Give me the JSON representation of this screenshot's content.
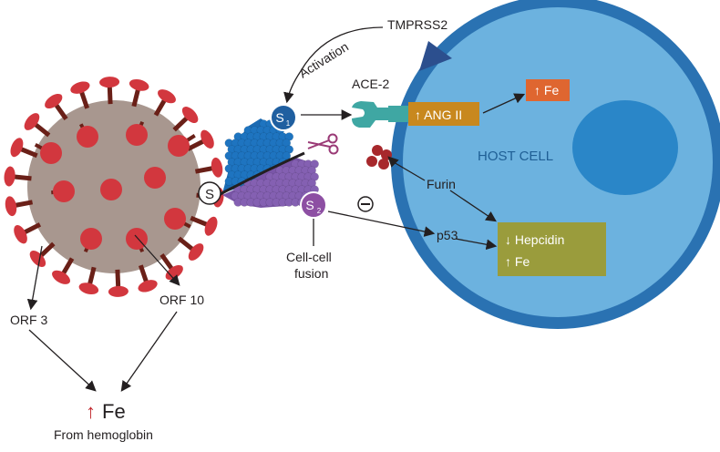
{
  "labels": {
    "tmprss2": "TMPRSS2",
    "activation": "Activation",
    "ace2": "ACE-2",
    "ang2": "↑ ANG II",
    "fe_orange": "↑ Fe",
    "host_cell": "HOST CELL",
    "furin": "Furin",
    "p53": "p53",
    "hepcidin": "↓ Hepcidin",
    "fe_green": "↑ Fe",
    "cell_fusion_1": "Cell-cell",
    "cell_fusion_2": "fusion",
    "inhibit": "⊖",
    "spike": "S",
    "s1_main": "S",
    "s1_sub": "1",
    "s2_main": "S",
    "s2_sub": "2",
    "orf3": "ORF 3",
    "orf10": "ORF 10",
    "fe_arrow": "↑",
    "fe_bottom": "Fe",
    "from_hemoglobin": "From hemoglobin"
  },
  "colors": {
    "virus_body": "#a8978f",
    "virus_spike": "#d2373e",
    "virus_stalk": "#6a2018",
    "cell_outer": "#2a72b2",
    "cell_inner": "#6cb2df",
    "nucleus": "#2a86c8",
    "host_text": "#1f5f95",
    "ace2": "#3fa7a3",
    "ang_box": "#c8881e",
    "fe_box": "#df6630",
    "hepcidin_box": "#9a9c3c",
    "s1": "#1f5fa0",
    "s2": "#8d4fa3",
    "spike_blue": "#1b6ab3",
    "spike_purple": "#7a56a8",
    "furin_dots": "#a7282c",
    "scissors": "#9a3a76",
    "arrow_red": "#c1272d",
    "text": "#231f20"
  }
}
